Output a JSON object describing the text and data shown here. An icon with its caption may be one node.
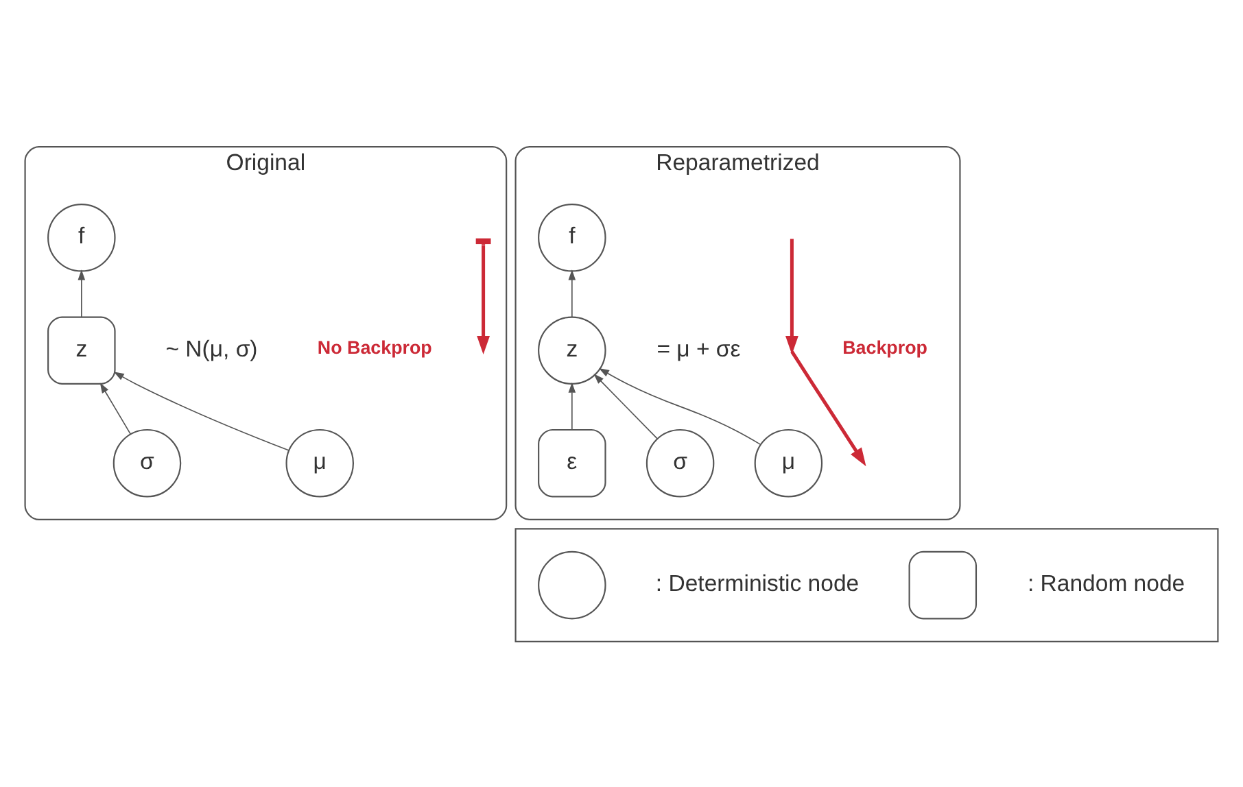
{
  "diagram": {
    "nodes": [
      {
        "text": [
          "Original"
        ]
      },
      {
        "text": [
          "f"
        ],
        "in": 0
      },
      {
        "text": [
          "z"
        ],
        "in": 0,
        "beside": [
          "~ N(μ, σ)"
        ]
      },
      {
        "text": [
          "μ"
        ],
        "in": 0
      },
      {
        "text": [
          "σ"
        ],
        "in": 0
      },
      {
        "text": [
          "Reparametrized"
        ]
      },
      {
        "text": [
          "f"
        ],
        "in": 5
      },
      {
        "text": [
          "z"
        ],
        "in": 5,
        "beside": [
          "= μ + σε"
        ]
      },
      {
        "text": [
          "μ"
        ],
        "in": 5
      },
      {
        "text": [
          "σ"
        ],
        "in": 5
      },
      {
        "text": [
          "ε"
        ],
        "in": 5
      },
      {
        "text": [],
        "shape": "box"
      },
      {
        "text": [],
        "shape": "circle",
        "in": 11
      },
      {
        "text": [],
        "shape": "box",
        "in": 11
      }
    ],
    "edges": [
      {
        "from": 2,
        "to": 1,
        "arrow": "to"
      },
      {
        "from": 3,
        "to": 2,
        "arrow": "to"
      },
      {
        "from": 4,
        "to": 2,
        "arrow": "to"
      },
      {
        "from": 7,
        "to": 6,
        "arrow": "to"
      },
      {
        "from": 8,
        "to": 7,
        "arrow": "to"
      },
      {
        "from": 9,
        "to": 7,
        "arrow": "to"
      },
      {
        "from": 10,
        "to": 7,
        "arrow": "to"
      }
    ],
    "labels": [
      "No Backprop",
      "Backprop"
    ],
    "legend": [
      {
        "text": ": Deterministic node"
      },
      {
        "text": ": Random node"
      }
    ]
  }
}
